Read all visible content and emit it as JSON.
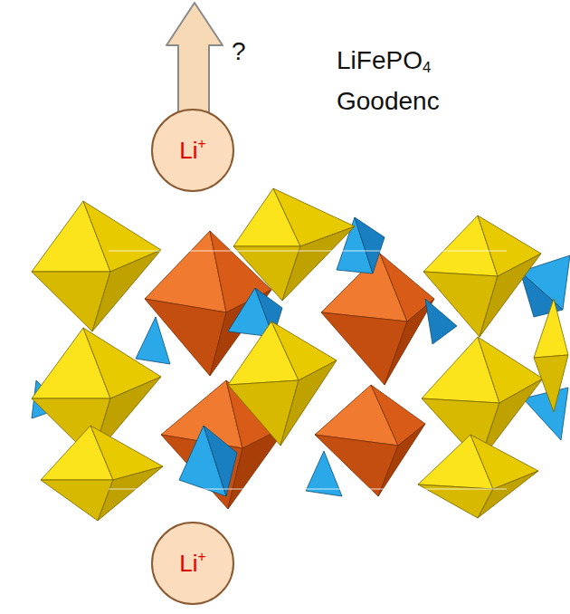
{
  "diagram": {
    "nodes": [
      {
        "text": [
          "Li+"
        ]
      },
      {
        "text": [
          "Li+"
        ]
      }
    ],
    "labels": [
      "?",
      "LiFePO4",
      "Goodenc"
    ]
  }
}
